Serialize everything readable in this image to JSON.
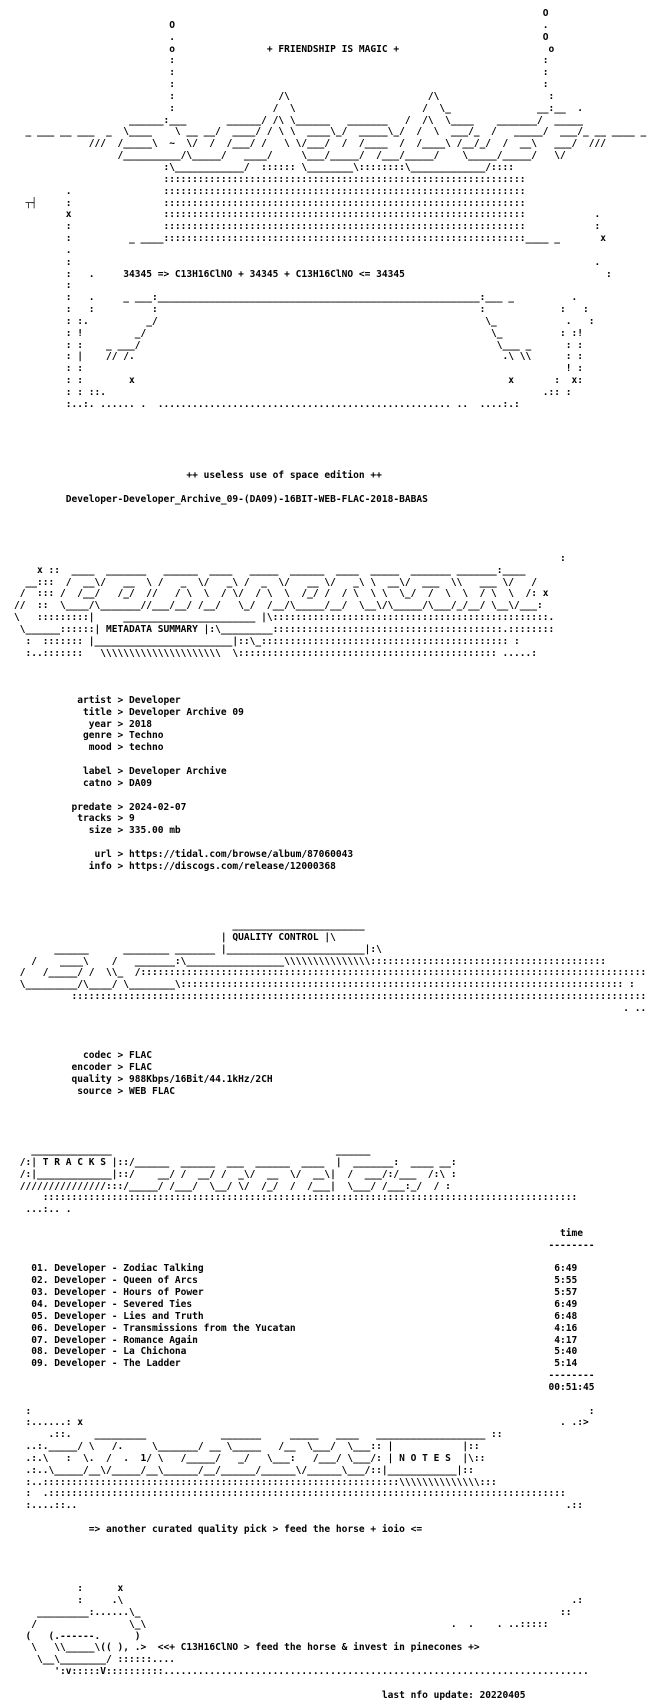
{
  "document": {
    "lines": [
      "                                                                                            O",
      "                           O                                                                .",
      "                           .                                                                O",
      "                           o                + FRIENDSHIP IS MAGIC +                          o",
      "                           :                                                                :",
      "                           :                                                                :",
      "                           :                                                                :",
      "                           :                  /\\                        /\\                   :",
      "                           :                 /  \\                      /  \\_               __:__  .",
      "                    ______:___       ______/ /\\ \\______   _______   /  /\\  \\____    _______/  _____",
      "  _ ___ __ ___  _  \\____    \\ __ __/  ____/ / \\ \\  ____\\_/  _____\\_/  /  \\  ___/_  /   _____/  ___/_ __ ____ _",
      "             ///  /_____\\  ~  \\/  /  /___/ /   \\ \\/___/  /  /____  /  /____\\ /__/_/  /  __\\   ___/  ///",
      "                  /__________/\\_____/   ____/     \\___/_____/  /___/_____/    \\_____/_____/   \\/",
      "                          :\\____________/  :::::: \\________\\::::::::\\_____________/::::",
      "                          :::::::::::::::::::::::::::::::::::::::::::::::::::::::::::::::",
      "         .                :::::::::::::::::::::::::::::::::::::::::::::::::::::::::::::::",
      "  ┬┤     :                :::::::::::::::::::::::::::::::::::::::::::::::::::::::::::::::",
      "         x                :::::::::::::::::::::::::::::::::::::::::::::::::::::::::::::::            .",
      "         :                :::::::::::::::::::::::::::::::::::::::::::::::::::::::::::::::            :",
      "         :          _ ____:::::::::::::::::::::::::::::::::::::::::::::::::::::::::::::::____ _       x",
      "         .",
      "         :                                                                                           .",
      "         :   .     34345 => C13H16ClNO + 34345 + C13H16ClNO <= 34345                                   :",
      "         :",
      "         :   .     _ ___:________________________________________________________:___ _          .",
      "         :   :          :                                                        :             :   :",
      "         : :.          _/                                                         \\_            .   :",
      "         : !         _/                                                            \\_          : :!",
      "         : :    _ ___/                                                              \\___ _      : :",
      "         : |    // /.                                                                .\\ \\\\      : :",
      "         : :                                                                                    ! :",
      "         : :        x                                                                 x       :  x:",
      "         : : ::.                                                                            .:: :",
      "         :..:. ...... .  ................................................... ..  ....:.:",
      "",
      "",
      "",
      "",
      "",
      "                              ++ useless use of space edition ++",
      "",
      "         Developer-Developer_Archive_09-(DA09)-16BIT-WEB-FLAC-2018-BABAS",
      "",
      "",
      "",
      "",
      "                                                                                               :",
      "    x ::  ____  _______   ______  ____   _____  ______  ____  _____  _______ _______:____",
      "  __:::  /  __\\/   __  \\ /   _  \\/   _\\ /  _  \\/   __ \\/   _\\ \\  __\\/  ___  \\\\   ___ \\/   /",
      " /  ::: /  /__/   /_/  //   / \\  \\  / \\/  / \\  \\  /_/ /  / \\  \\ \\  \\_/  /  \\  \\  / \\  \\  /: x",
      "//  ::  \\____/\\_______//___/__/ /__/   \\_/  /__/\\_____/__/  \\__\\/\\_____/\\___/_/__/ \\__\\/___:",
      "\\   :::::::::|     _______________________ |\\::::::::::::::::::::::::::::::::::::::::::::::::.",
      " \\______::::::| METADATA SUMMARY |:\\_________::::::::::::::::::::::::::::::::::::::::.::::::::",
      "  :  ::::::: |________________________|::\\_::::::::::::::::::::::::::::::::::::::::::: :",
      "  :..:::::::   \\\\\\\\\\\\\\\\\\\\\\\\\\\\\\\\\\\\\\\\\\  \\::::::::::::::::::::::::::::::::::::::::::::: .....:",
      "",
      "",
      "",
      "           artist > Developer",
      "            title > Developer Archive 09",
      "             year > 2018",
      "            genre > Techno",
      "             mood > techno",
      "",
      "            label > Developer Archive",
      "            catno > DA09",
      "",
      "          predate > 2024-02-07",
      "           tracks > 9",
      "             size > 335.00 mb",
      "",
      "              url > https://tidal.com/browse/album/87060043",
      "             info > https://discogs.com/release/12000368",
      "",
      "",
      "",
      "",
      "                                      _______________________",
      "                                    | QUALITY CONTROL |\\",
      "       ______      ________ _______ |________________________|:\\",
      "   /    ____\\    /   _______:\\_________________\\\\\\\\\\\\\\\\\\\\\\\\\\\\\\:::::::::::::::::::::::::::::::::::::::::",
      " /   /_____/ /  \\\\_  /:::::::::::::::::::::::::::::::::::::::::::::::::::::::::::::::::::::::::::::::::::::::::: .",
      " \\_________/\\____/ \\________\\::::::::::::::::::::::::::::::::::::::::::::::::::::::::::::::::::::::::::::: :",
      "          :::::::::::::::::::::::::::::::::::::::::::::::::::::::::::::::::::::::::::::::::::::::::::::::::::::",
      "                                                                                                          . ..:",
      "",
      "",
      "",
      "            codec > FLAC",
      "          encoder > FLAC",
      "          quality > 988Kbps/16Bit/44.1kHz/2CH",
      "           source > WEB FLAC",
      "",
      "",
      "",
      "",
      "   ______________                                       ______",
      " /:| T R A C K S |::/______  ______  ___  ______  ____  |  _______:  ____ __:",
      " /:|_____________|::/    __/ /  __/ /  _\\/  __  \\/  __\\|  /  ___/:/___  /:\\ :",
      " ///////////////:::/_____/ /___/  \\__/ \\/  /_/  /  /___|  \\___/ /___:_/  / :",
      "     :::::::::::::::::::::::::::::::::::::::::::::::::::::::::::::::::::::::::::::::::::::::::::::",
      "  ...:.. .                                                                                        ",
      "",
      "                                                                                               time",
      "                                                                                             --------",
      "",
      "   01. Developer - Zodiac Talking                                                             6:49",
      "   02. Developer - Queen of Arcs                                                              5:55",
      "   03. Developer - Hours of Power                                                             5:57",
      "   04. Developer - Severed Ties                                                               6:49",
      "   05. Developer - Lies and Truth                                                             6:48",
      "   06. Developer - Transmissions from the Yucatan                                             4:16",
      "   07. Developer - Romance Again                                                              4:17",
      "   08. Developer - La Chichona                                                                5:40",
      "   09. Developer - The Ladder                                                                 5:14",
      "                                                                                             --------",
      "                                                                                             00:51:45",
      "",
      "  :                                                                                                 :",
      "  :......: x                                                                                   . .:>",
      "      .::.    _________             _______     _____   ____   ___________________ ::",
      "  ..:._____/ \\   /.     \\_______/ __ \\_____   /__  \\___/  \\___:: |            |::",
      "  .:.\\   :  \\.  /  .  1/ \\   /_____/   _/   \\___:   /___/ \\___/: | N O T E S  |\\::",
      "  .:..\\_____/__\\/_____/__\\______/__/______/______\\/______\\___/::|____________|::",
      "  :..::::::::::::::::::::::::::::::::::::::::::::::::::::::::::::::\\\\\\\\\\\\\\\\\\\\\\\\\\\\:::",
      "  :  .::::::::::::::::::::::::::::::::::::::::::::::::::::::::::::::::::::::::::::::::::::::::::",
      "  :....::..                                                                                     .::",
      "",
      "             => another curated quality pick > feed the horse + ioio <=",
      "",
      "",
      "",
      "",
      "           :      x",
      "           :     .\\                                                                              .:",
      "    _________:......\\_                                                                         ::",
      "   /                \\_\\                                                     .  .    . ..:::::",
      "  (   (.------.      )                                                                      ",
      "   \\   \\\\_____\\(( ), .>  <<+ C13H16ClNO > feed the horse & invest in pinecones +>",
      "    \\__\\________/ ::::::....",
      "       ':v:::::V::::::::::..........................................................................",
      "",
      "                                                                last nfo update: 20220405"
    ]
  }
}
